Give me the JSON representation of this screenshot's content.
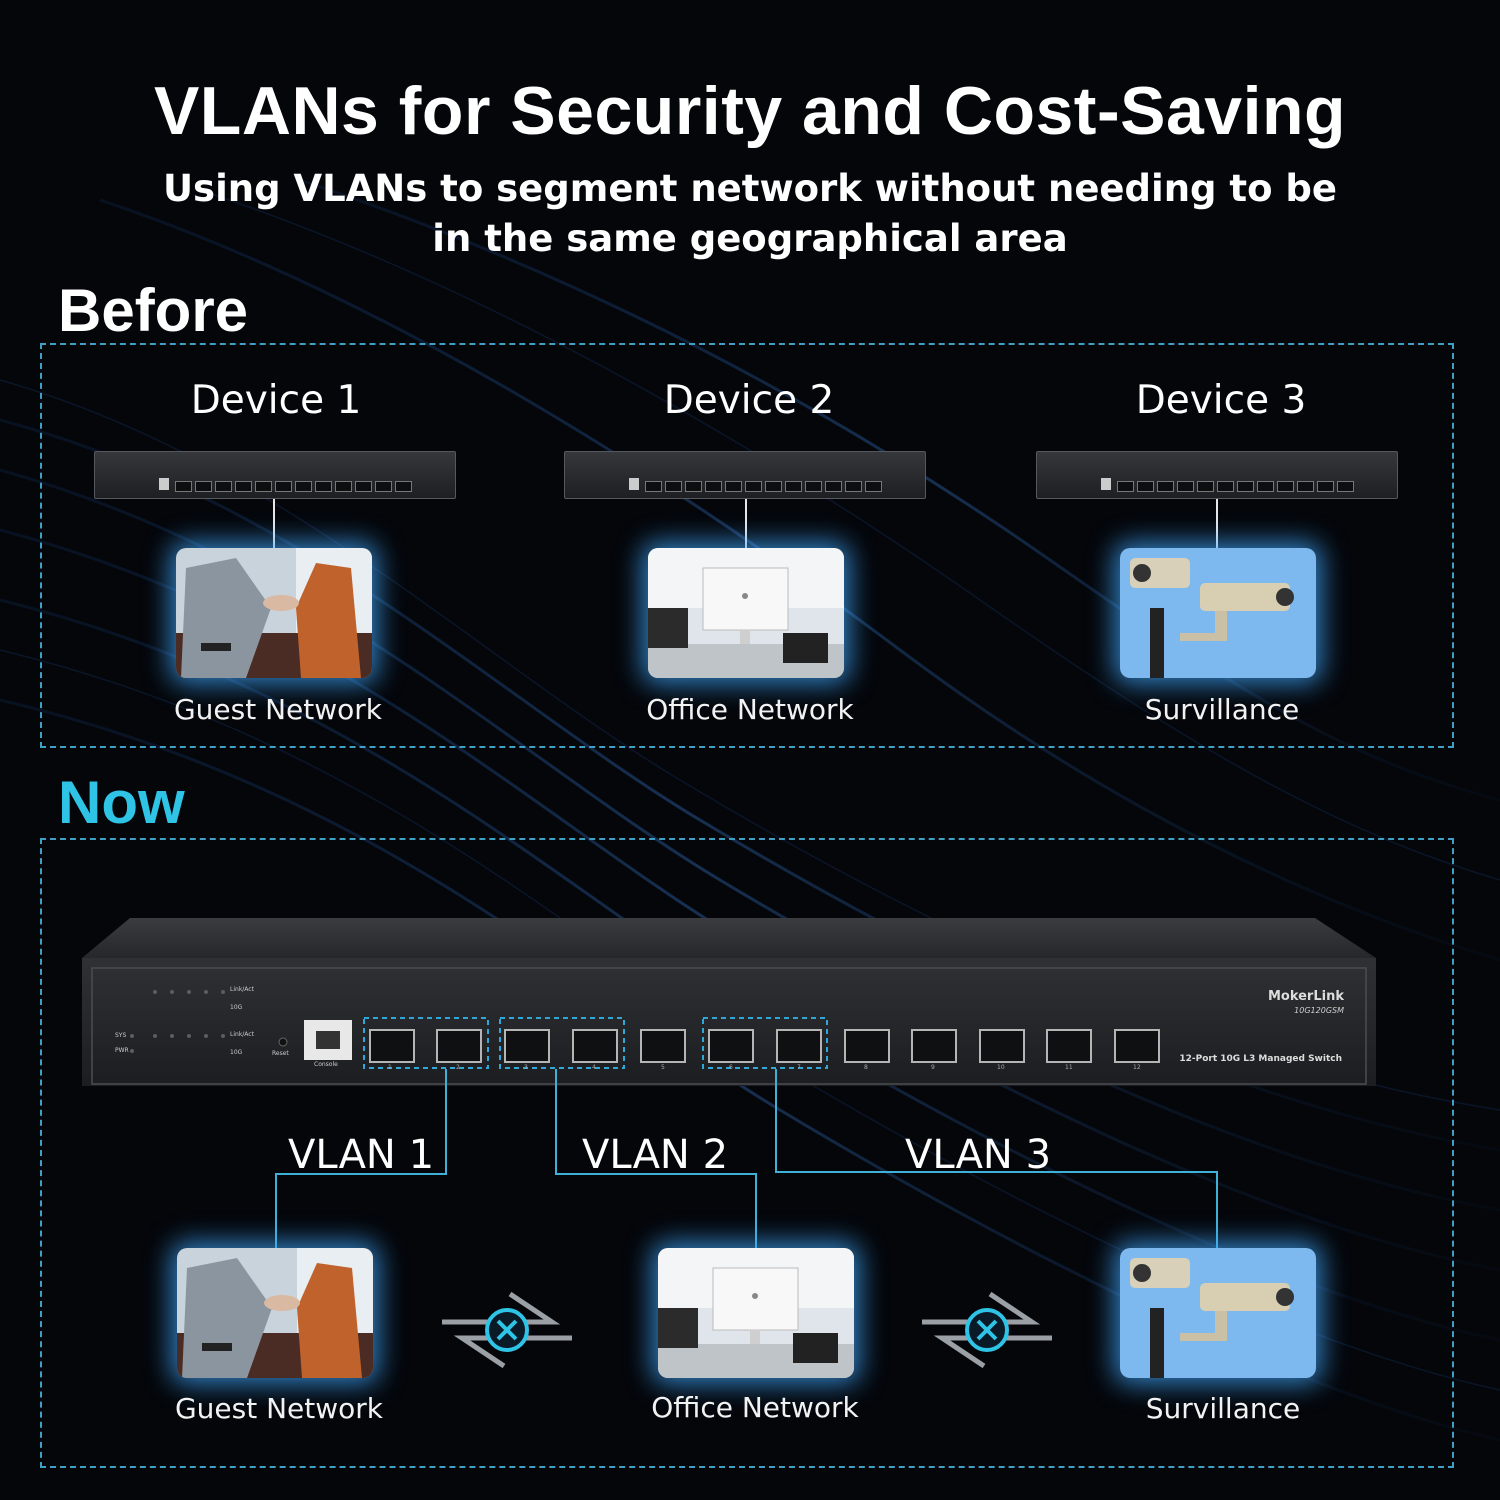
{
  "title": "VLANs for Security and Cost-Saving",
  "subtitle_line1": "Using VLANs to segment network without needing to be",
  "subtitle_line2": "in the same geographical area",
  "before": {
    "label": "Before",
    "devices": [
      {
        "name": "Device 1",
        "network": "Guest Network",
        "icon": "handshake-photo"
      },
      {
        "name": "Device 2",
        "network": "Office Network",
        "icon": "office-photo"
      },
      {
        "name": "Device 3",
        "network": "Survillance",
        "icon": "camera-photo"
      }
    ]
  },
  "now": {
    "label": "Now",
    "switch": {
      "brand": "MokerLink",
      "model": "10G120GSM",
      "description": "12-Port 10G L3 Managed Switch",
      "console_label": "Console",
      "reset_label": "Reset",
      "sys_label": "SYS",
      "pwr_label": "PWR",
      "linkact_label": "Link/Act",
      "speed_label": "10G",
      "port_numbers": [
        "1",
        "2",
        "3",
        "4",
        "5",
        "6",
        "7",
        "8",
        "9",
        "10",
        "11",
        "12"
      ]
    },
    "vlans": [
      {
        "name": "VLAN 1",
        "network": "Guest Network"
      },
      {
        "name": "VLAN 2",
        "network": "Office Network"
      },
      {
        "name": "VLAN 3",
        "network": "Survillance"
      }
    ]
  },
  "colors": {
    "accent": "#3f9fc4",
    "now_label": "#2fc3e6",
    "glow": "#40a8ff",
    "background": "#04060a"
  }
}
